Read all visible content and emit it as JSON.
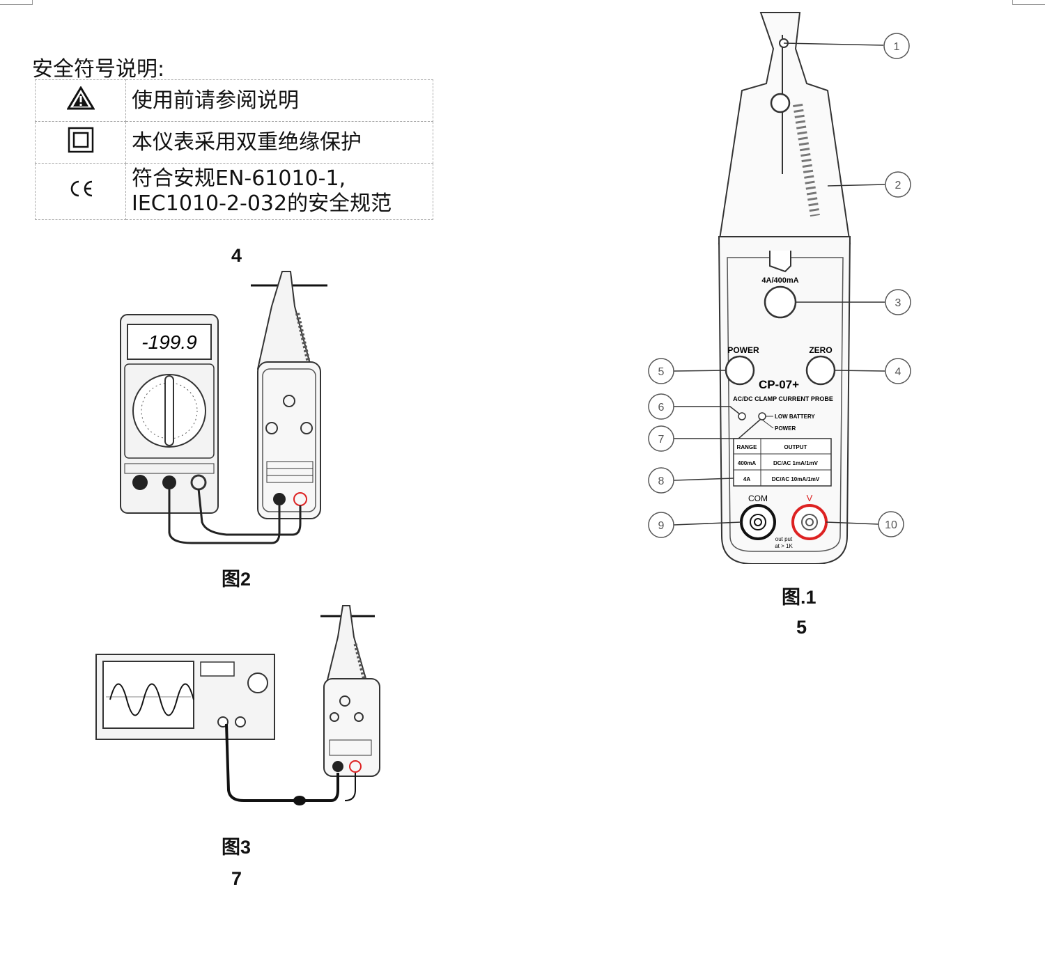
{
  "symbols": {
    "title": "安全符号说明:",
    "rows": [
      {
        "icon": "warning-triangle-icon",
        "text": "使用前请参阅说明"
      },
      {
        "icon": "double-insulation-icon",
        "text": "本仪表采用双重绝缘保护"
      },
      {
        "icon": "ce-mark-icon",
        "text_line1": "符合安规EN-61010-1,",
        "text_line2": "IEC1010-2-032的安全规范"
      }
    ]
  },
  "fig2": {
    "page_number": "4",
    "caption": "图2",
    "meter_display": "-199.9"
  },
  "fig3": {
    "caption": "图3",
    "page_number": "7"
  },
  "fig1": {
    "caption": "图.1",
    "page_number": "5",
    "range_label": "4A/400mA",
    "power_label": "POWER",
    "zero_label": "ZERO",
    "model": "CP-07+",
    "subtitle": "AC/DC CLAMP CURRENT PROBE",
    "low_battery": "LOW BATTERY",
    "power_led": "POWER",
    "table": {
      "headers": [
        "RANGE",
        "OUTPUT"
      ],
      "rows": [
        [
          "400mA",
          "DC/AC 1mA/1mV"
        ],
        [
          "4A",
          "DC/AC 10mA/1mV"
        ]
      ]
    },
    "com_label": "COM",
    "v_label": "V",
    "out_put_line1": "out put",
    "out_put_line2": "at > 1K",
    "callouts": [
      "1",
      "2",
      "3",
      "4",
      "5",
      "6",
      "7",
      "8",
      "9",
      "10"
    ]
  }
}
